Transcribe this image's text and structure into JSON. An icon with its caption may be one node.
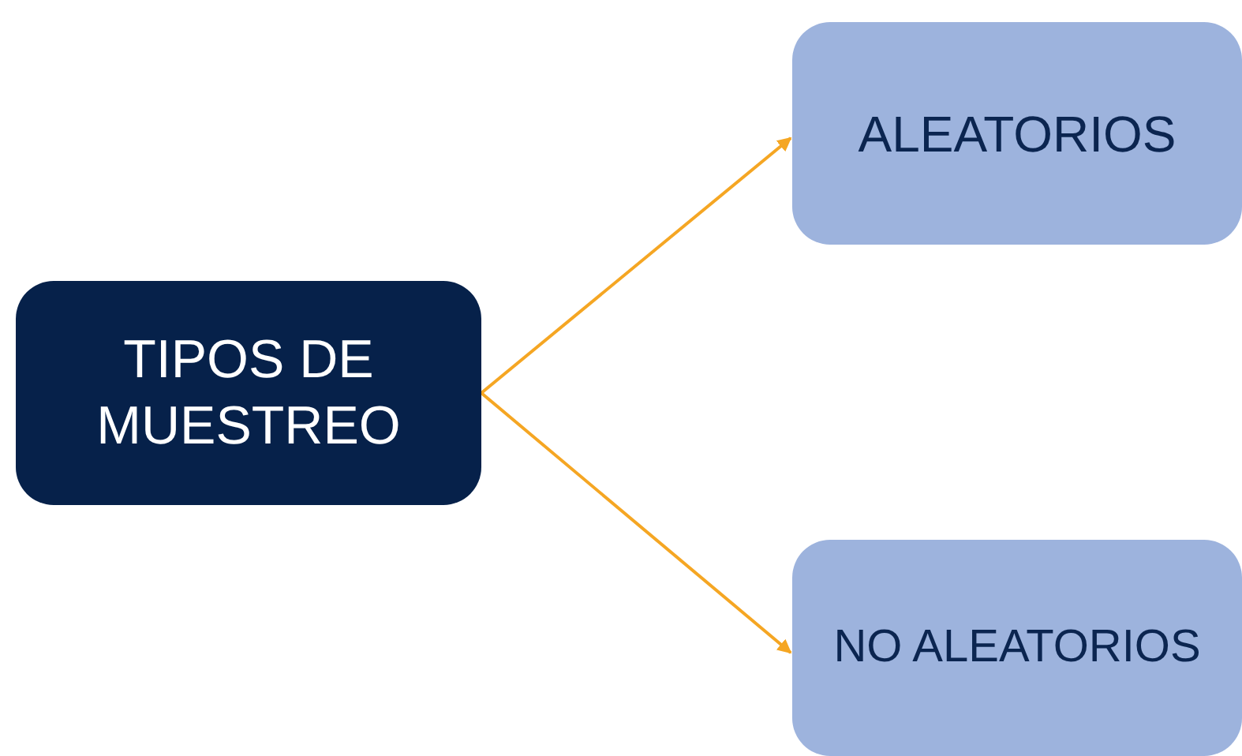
{
  "diagram": {
    "nodes": [
      {
        "text": [
          "TIPOS DE MUESTREO"
        ]
      },
      {
        "text": [
          "ALEATORIOS"
        ]
      },
      {
        "text": [
          "NO ALEATORIOS"
        ]
      }
    ],
    "edges": [
      {
        "from": 0,
        "to": 1,
        "arrow": "to"
      },
      {
        "from": 0,
        "to": 2,
        "arrow": "to"
      }
    ]
  }
}
